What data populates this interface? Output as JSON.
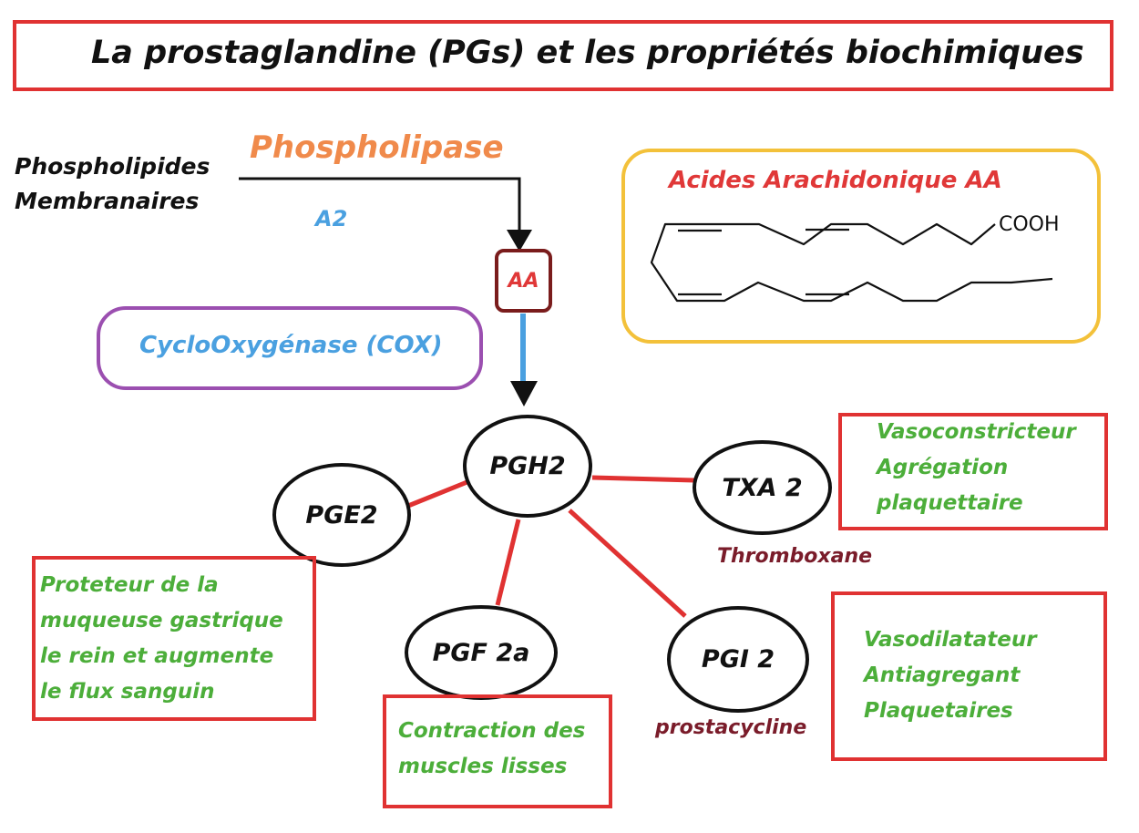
{
  "title": "La prostaglandine (PGs) et les propriétés biochimiques",
  "source": {
    "line1": "Phospholipides",
    "line2": "Membranaires"
  },
  "enzyme_phospholipase": {
    "name": "Phospholipase",
    "suffix": "A2"
  },
  "aa_box_label": "AA",
  "cox_label": "CycloOxygénase (COX)",
  "arachidonic": {
    "title": "Acides Arachidonique AA",
    "group": "COOH"
  },
  "nodes": {
    "pgh2": "PGH2",
    "pge2": "PGE2",
    "txa2": "TXA 2",
    "pgf2a": "PGF 2a",
    "pgi2": "PGI 2"
  },
  "captions": {
    "txa2": "Thromboxane",
    "pgi2": "prostacycline"
  },
  "effects": {
    "txa2": [
      "Vasoconstricteur",
      "Agrégation",
      "plaquettaire"
    ],
    "pge2": [
      "Proteteur de la",
      "muqueuse gastrique",
      "le rein et augmente",
      "le flux sanguin"
    ],
    "pgf2a": [
      "Contraction des",
      "muscles lisses"
    ],
    "pgi2": [
      "Vasodilatateur",
      "Antiagregant",
      "Plaquetaires"
    ]
  },
  "colors": {
    "frame_red": "#e03232",
    "arrow_blue": "#4aa0e0",
    "phospholipase_orange": "#f08a4b",
    "cox_purple": "#9b4fb0",
    "aa_frame_yellow": "#f3c13a",
    "aa_title_red": "#e03838",
    "effect_green": "#4cae3a",
    "caption_maroon": "#7a1c2a",
    "aa_box_brown": "#7a1c1c"
  }
}
